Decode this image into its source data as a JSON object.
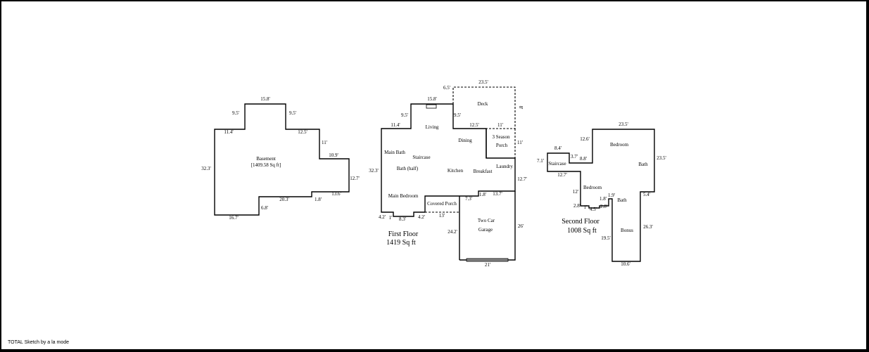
{
  "footer": "TOTAL Sketch by a la mode",
  "basement": {
    "room": "Basement",
    "area": "[1409.58 Sq ft]",
    "dims": [
      "15.8'",
      "9.5'",
      "9.5'",
      "11.4'",
      "12.5'",
      "11'",
      "10.9'",
      "32.3'",
      "12.7'",
      "13.6'",
      "20.3'",
      "1.8'",
      "6.8'",
      "16.7'"
    ]
  },
  "first_floor": {
    "title": "First Floor",
    "area": "1419 Sq ft",
    "rooms": [
      "Living",
      "Deck",
      "Dining",
      "3 Season",
      "Porch",
      "Main Bath",
      "Staircase",
      "Bath (half)",
      "Kitchen",
      "Breakfast",
      "Laundry",
      "Main Bedroom",
      "Covered Porch",
      "Two Car",
      "Garage"
    ],
    "dims": [
      "6.5'",
      "23.5'",
      "15.8'",
      "9.5'",
      "9.5'",
      "11.4'",
      "12.5'",
      "11'",
      "11'",
      "8'",
      "32.3'",
      "12.7'",
      "1.8'",
      "13.7'",
      "7.3'",
      "4.2'",
      "1'",
      "8.3'",
      "4.2'",
      "13'",
      "24.2'",
      "26'",
      "21'"
    ]
  },
  "second_floor": {
    "title": "Second Floor",
    "area": "1008 Sq ft",
    "rooms": [
      "Bedroom",
      "Bath",
      "Staircase",
      "Bedroom",
      "Bath",
      "Bonus"
    ],
    "dims": [
      "23.5'",
      "12.6'",
      "8.4'",
      "3.7'",
      "8.8'",
      "7.1'",
      "23.5'",
      "12.7'",
      "12'",
      "5.4'",
      "1.9'",
      "1.8'",
      "2.8'",
      "1'",
      "4.5'",
      "2.8'",
      "19.5'",
      "26.3'",
      "10.6'"
    ]
  }
}
